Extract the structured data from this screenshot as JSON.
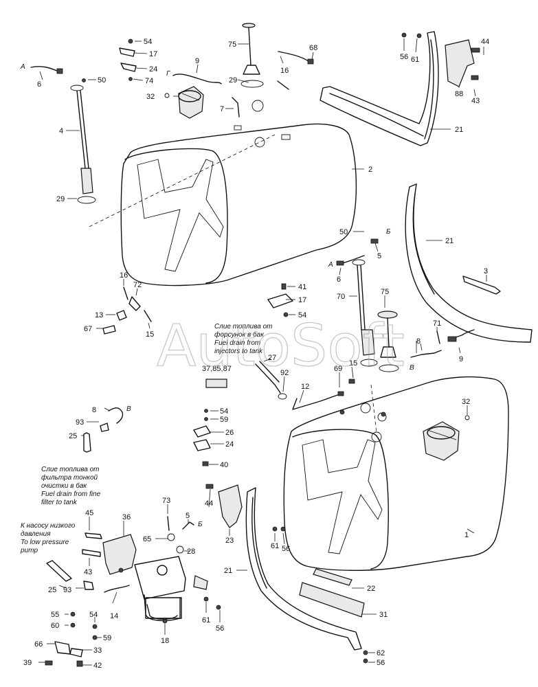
{
  "watermark": "AutoSoft",
  "notes": {
    "injectors": [
      "Слие топлива от",
      "форсунок в бак",
      "Fuel drain from",
      "injectors to tank"
    ],
    "fine_filter": [
      "Слие топлива от",
      "фильтра тонкой",
      "очистки в бак",
      "Fuel drain from fine",
      "filter to tank"
    ],
    "pump": [
      "К насосу низкого",
      "давления",
      "To low pressure",
      "pump"
    ]
  },
  "letters": {
    "a1": "А",
    "g": "Г",
    "a2": "А",
    "b1": "Б",
    "v1": "В",
    "v2": "В",
    "b2": "Б"
  },
  "labels": {
    "l54a": "54",
    "l17a": "17",
    "l24a": "24",
    "l74": "74",
    "l9a": "9",
    "l75a": "75",
    "l68": "68",
    "l16a": "16",
    "l56a": "56",
    "l61a": "61",
    "l44a": "44",
    "l50a": "50",
    "l6a": "6",
    "l29a": "29",
    "l32a": "32",
    "l7": "7",
    "l88": "88",
    "l43a": "43",
    "l21a": "21",
    "l4": "4",
    "l2": "2",
    "l29b": "29",
    "l21b": "21",
    "l50b": "50",
    "l5a": "5",
    "l6b": "6",
    "l3": "3",
    "l16b": "16",
    "l72": "72",
    "l41": "41",
    "l17b": "17",
    "l70": "70",
    "l75b": "75",
    "l13": "13",
    "l54b": "54",
    "l67": "67",
    "l15a": "15",
    "l71": "71",
    "l8a": "8",
    "l9b": "9",
    "l27": "27",
    "l37": "37,85,87",
    "l15b": "15",
    "l69": "69",
    "l92": "92",
    "l12": "12",
    "l32b": "32",
    "l8b": "8",
    "l93a": "93",
    "l25a": "25",
    "l54c": "54",
    "l59a": "59",
    "l26": "26",
    "l24b": "24",
    "l40": "40",
    "l1": "1",
    "l73": "73",
    "l5b": "5",
    "l45": "45",
    "l36": "36",
    "l65": "65",
    "l28": "28",
    "l44b": "44",
    "l23": "23",
    "l61b": "61",
    "l56b": "56",
    "l43b": "43",
    "l21c": "21",
    "l22": "22",
    "l25b": "25",
    "l93b": "93",
    "l14": "14",
    "l55": "55",
    "l54d": "54",
    "l31": "31",
    "l60": "60",
    "l61c": "61",
    "l56c": "56",
    "l59b": "59",
    "l18": "18",
    "l66": "66",
    "l33": "33",
    "l62": "62",
    "l39": "39",
    "l42": "42",
    "l56d": "56"
  }
}
